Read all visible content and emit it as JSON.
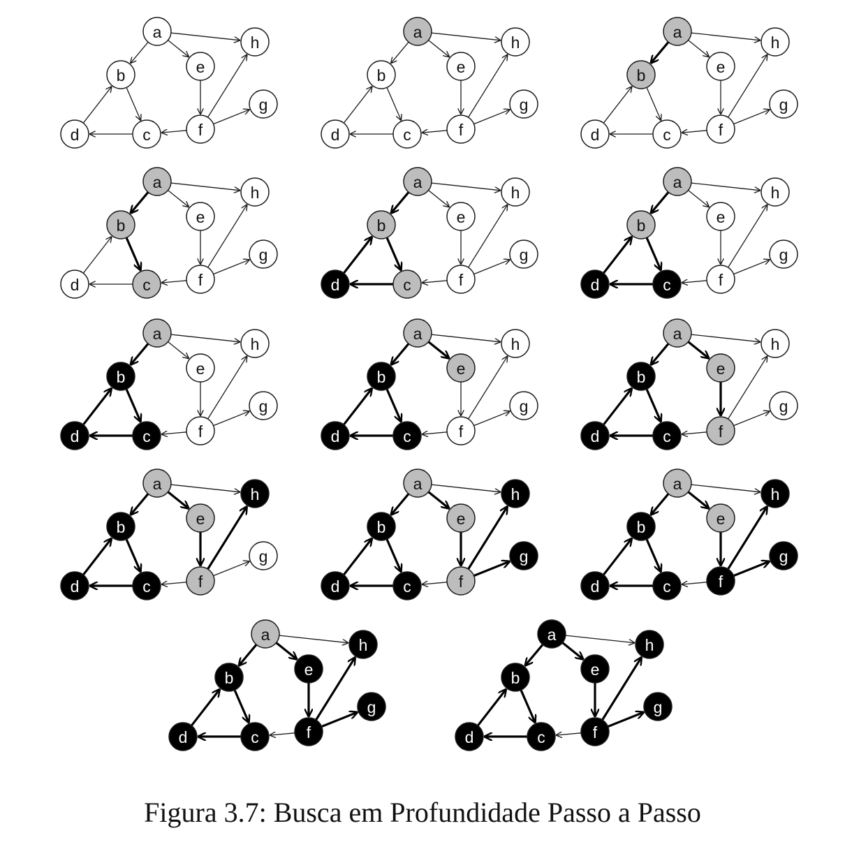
{
  "caption": "Figura 3.7: Busca em Profundidade Passo a Passo",
  "colors": {
    "white": "#ffffff",
    "gray": "#bdbdbd",
    "black": "#000000",
    "stroke": "#1a1a1a"
  },
  "graph": {
    "nodes": [
      "a",
      "b",
      "c",
      "d",
      "e",
      "f",
      "g",
      "h"
    ],
    "edges": [
      {
        "from": "a",
        "to": "h"
      },
      {
        "from": "a",
        "to": "b"
      },
      {
        "from": "a",
        "to": "e"
      },
      {
        "from": "b",
        "to": "c"
      },
      {
        "from": "d",
        "to": "b"
      },
      {
        "from": "c",
        "to": "d"
      },
      {
        "from": "e",
        "to": "f"
      },
      {
        "from": "f",
        "to": "c"
      },
      {
        "from": "f",
        "to": "h"
      },
      {
        "from": "f",
        "to": "g"
      }
    ]
  },
  "steps": [
    {
      "colors": {
        "a": "white",
        "b": "white",
        "c": "white",
        "d": "white",
        "e": "white",
        "f": "white",
        "g": "white",
        "h": "white"
      },
      "thick": []
    },
    {
      "colors": {
        "a": "gray",
        "b": "white",
        "c": "white",
        "d": "white",
        "e": "white",
        "f": "white",
        "g": "white",
        "h": "white"
      },
      "thick": []
    },
    {
      "colors": {
        "a": "gray",
        "b": "gray",
        "c": "white",
        "d": "white",
        "e": "white",
        "f": "white",
        "g": "white",
        "h": "white"
      },
      "thick": [
        "a-b"
      ]
    },
    {
      "colors": {
        "a": "gray",
        "b": "gray",
        "c": "gray",
        "d": "white",
        "e": "white",
        "f": "white",
        "g": "white",
        "h": "white"
      },
      "thick": [
        "a-b",
        "b-c"
      ]
    },
    {
      "colors": {
        "a": "gray",
        "b": "gray",
        "c": "gray",
        "d": "black",
        "e": "white",
        "f": "white",
        "g": "white",
        "h": "white"
      },
      "thick": [
        "a-b",
        "b-c",
        "c-d",
        "d-b"
      ]
    },
    {
      "colors": {
        "a": "gray",
        "b": "gray",
        "c": "black",
        "d": "black",
        "e": "white",
        "f": "white",
        "g": "white",
        "h": "white"
      },
      "thick": [
        "a-b",
        "b-c",
        "c-d",
        "d-b"
      ]
    },
    {
      "colors": {
        "a": "gray",
        "b": "black",
        "c": "black",
        "d": "black",
        "e": "white",
        "f": "white",
        "g": "white",
        "h": "white"
      },
      "thick": [
        "a-b",
        "b-c",
        "c-d",
        "d-b"
      ]
    },
    {
      "colors": {
        "a": "gray",
        "b": "black",
        "c": "black",
        "d": "black",
        "e": "gray",
        "f": "white",
        "g": "white",
        "h": "white"
      },
      "thick": [
        "a-b",
        "b-c",
        "c-d",
        "d-b",
        "a-e"
      ]
    },
    {
      "colors": {
        "a": "gray",
        "b": "black",
        "c": "black",
        "d": "black",
        "e": "gray",
        "f": "gray",
        "g": "white",
        "h": "white"
      },
      "thick": [
        "a-b",
        "b-c",
        "c-d",
        "d-b",
        "a-e",
        "e-f"
      ]
    },
    {
      "colors": {
        "a": "gray",
        "b": "black",
        "c": "black",
        "d": "black",
        "e": "gray",
        "f": "gray",
        "g": "white",
        "h": "black"
      },
      "thick": [
        "a-b",
        "b-c",
        "c-d",
        "d-b",
        "a-e",
        "e-f",
        "f-h"
      ]
    },
    {
      "colors": {
        "a": "gray",
        "b": "black",
        "c": "black",
        "d": "black",
        "e": "gray",
        "f": "gray",
        "g": "black",
        "h": "black"
      },
      "thick": [
        "a-b",
        "b-c",
        "c-d",
        "d-b",
        "a-e",
        "e-f",
        "f-h",
        "f-g"
      ]
    },
    {
      "colors": {
        "a": "gray",
        "b": "black",
        "c": "black",
        "d": "black",
        "e": "gray",
        "f": "black",
        "g": "black",
        "h": "black"
      },
      "thick": [
        "a-b",
        "b-c",
        "c-d",
        "d-b",
        "a-e",
        "e-f",
        "f-h",
        "f-g"
      ]
    },
    {
      "colors": {
        "a": "gray",
        "b": "black",
        "c": "black",
        "d": "black",
        "e": "black",
        "f": "black",
        "g": "black",
        "h": "black"
      },
      "thick": [
        "a-b",
        "b-c",
        "c-d",
        "d-b",
        "a-e",
        "e-f",
        "f-h",
        "f-g"
      ]
    },
    {
      "colors": {
        "a": "black",
        "b": "black",
        "c": "black",
        "d": "black",
        "e": "black",
        "f": "black",
        "g": "black",
        "h": "black"
      },
      "thick": [
        "a-b",
        "b-c",
        "c-d",
        "d-b",
        "a-e",
        "e-f",
        "f-h",
        "f-g"
      ]
    }
  ]
}
